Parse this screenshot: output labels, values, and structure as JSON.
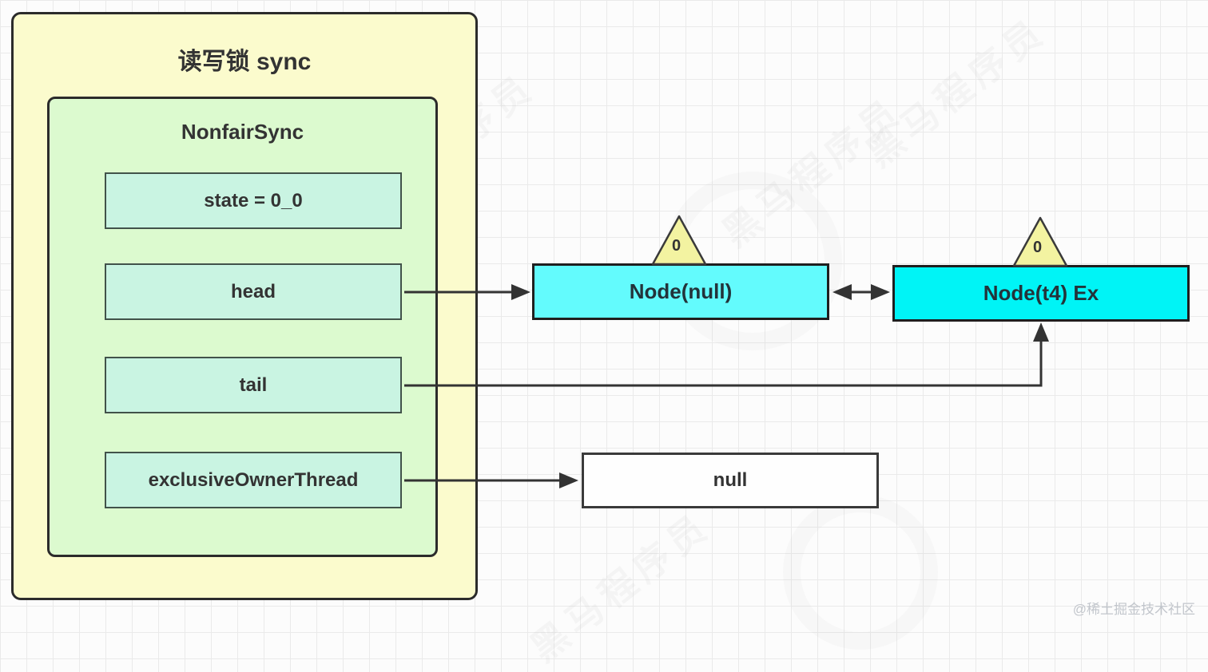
{
  "canvas": {
    "background": "#fcfcfc",
    "grid_color": "#eaeaea"
  },
  "sync_container": {
    "title": "读写锁 sync",
    "fill": "#fbfbcd"
  },
  "nonfair_sync": {
    "title": "NonfairSync",
    "fill": "#dcfacf",
    "field_fill": "#c9f4e2",
    "fields": [
      {
        "label": "state = 0_0"
      },
      {
        "label": "head"
      },
      {
        "label": "tail"
      },
      {
        "label": "exclusiveOwnerThread"
      }
    ]
  },
  "queue": {
    "badge_fill": "#f3f3a1",
    "nodes": [
      {
        "label": "Node(null)",
        "badge": "0",
        "fill": "#63fbfd"
      },
      {
        "label": "Node(t4) Ex",
        "badge": "0",
        "fill": "#00f4f6"
      }
    ]
  },
  "null_box": {
    "label": "null"
  },
  "watermarks": {
    "corner": "@稀土掘金技术社区",
    "stamp": "黑马程序员"
  }
}
